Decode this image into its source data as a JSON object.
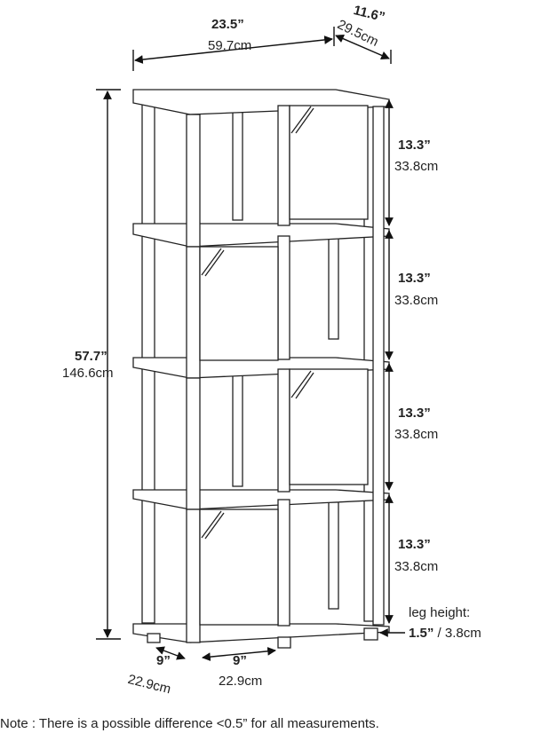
{
  "dims": {
    "width_in": "23.5”",
    "width_cm": "59.7cm",
    "depth_in": "11.6”",
    "depth_cm": "29.5cm",
    "height_in": "57.7”",
    "height_cm": "146.6cm",
    "shelves": [
      {
        "in": "13.3”",
        "cm": "33.8cm"
      },
      {
        "in": "13.3”",
        "cm": "33.8cm"
      },
      {
        "in": "13.3”",
        "cm": "33.8cm"
      },
      {
        "in": "13.3”",
        "cm": "33.8cm"
      }
    ],
    "leg_label": "leg height:",
    "leg_in": "1.5”",
    "leg_cm": " / 3.8cm",
    "bottom_left_in": "9”",
    "bottom_left_cm": "22.9cm",
    "bottom_mid_in": "9”",
    "bottom_mid_cm": "22.9cm"
  },
  "note": "Note : There is a possible difference <0.5” for all measurements."
}
